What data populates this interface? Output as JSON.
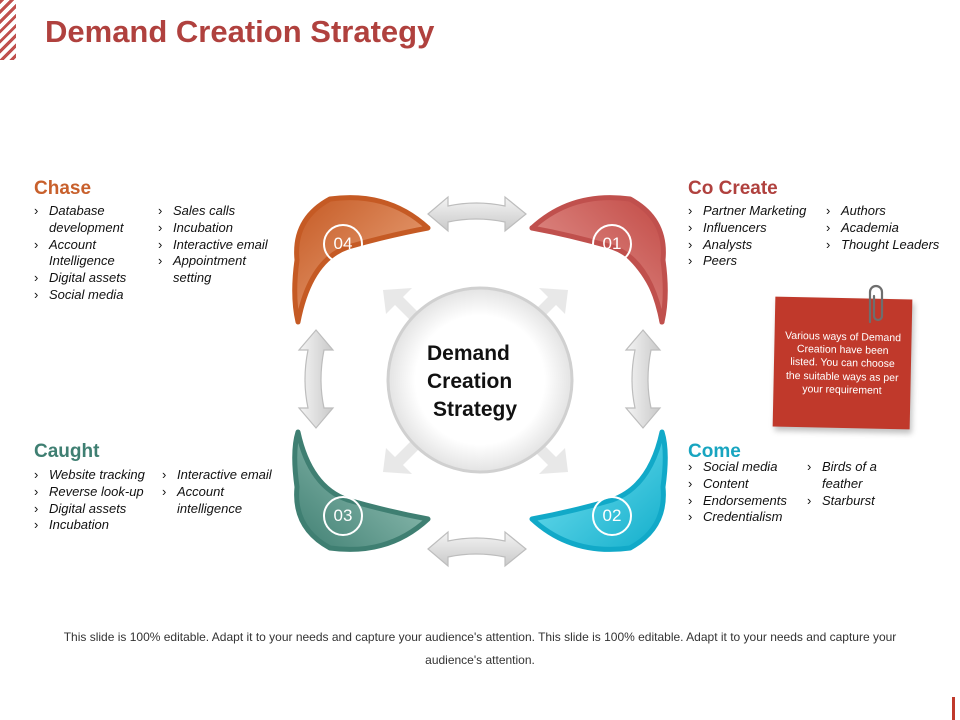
{
  "title": "Demand Creation Strategy",
  "center_label": [
    "Demand",
    "Creation",
    "Strategy"
  ],
  "petals": [
    {
      "number": "01",
      "color": "#cd5c5c"
    },
    {
      "number": "02",
      "color": "#1bbcd4"
    },
    {
      "number": "03",
      "color": "#4e8f81"
    },
    {
      "number": "04",
      "color": "#d2642c"
    }
  ],
  "sections": {
    "chase": {
      "heading": "Chase",
      "color": "#c8602c",
      "col1": [
        "Database development",
        "Account Intelligence",
        "Digital assets",
        "Social media"
      ],
      "col2": [
        "Sales calls",
        "Incubation",
        "Interactive email",
        "Appointment setting"
      ]
    },
    "co_create": {
      "heading": "Co Create",
      "color": "#b0413e",
      "col1": [
        "Partner Marketing",
        "Influencers",
        "Analysts",
        "Peers"
      ],
      "col2": [
        "Authors",
        "Academia",
        "Thought Leaders"
      ]
    },
    "caught": {
      "heading": "Caught",
      "color": "#3f7f72",
      "col1": [
        "Website tracking",
        "Reverse look-up",
        "Digital assets",
        "Incubation"
      ],
      "col2": [
        "Interactive email",
        "Account intelligence"
      ]
    },
    "come": {
      "heading": "Come",
      "color": "#18a5c0",
      "col1": [
        "Social media",
        "Content",
        "Endorsements",
        "Credentialism"
      ],
      "col2": [
        "Birds of a feather",
        "Starburst"
      ]
    }
  },
  "note": "Various ways of Demand Creation have been listed. You can choose the suitable ways as per your requirement",
  "footer": "This slide is 100% editable. Adapt it to your needs and capture your audience's attention. This slide is 100% editable. Adapt it to your needs and capture your audience's attention."
}
